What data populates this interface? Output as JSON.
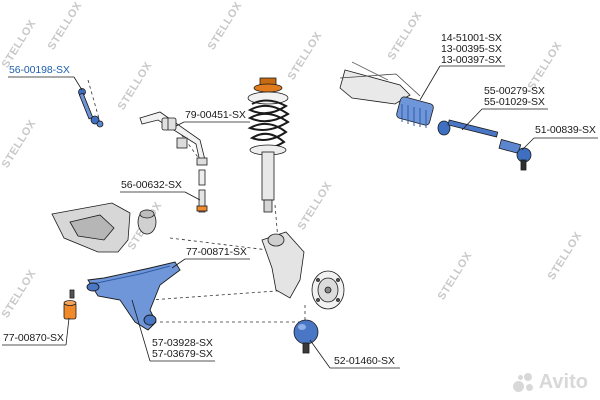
{
  "watermark": {
    "text": "STELLOX"
  },
  "brand": {
    "text": "Avito"
  },
  "labels": {
    "stabilizer_link": "56-00198-SX",
    "stabilizer_bushing": "79-00451-SX",
    "stabilizer_bolt": "56-00632-SX",
    "strut_mount": "77-00871-SX",
    "rear_bushing": "77-00870-SX",
    "control_arm": [
      "57-03928-SX",
      "57-03679-SX"
    ],
    "ball_joint": "52-01460-SX",
    "steering_rack": [
      "14-51001-SX",
      "13-00395-SX",
      "13-00397-SX"
    ],
    "tie_rod": [
      "55-00279-SX",
      "55-01029-SX"
    ],
    "tie_rod_end": "51-00839-SX"
  }
}
